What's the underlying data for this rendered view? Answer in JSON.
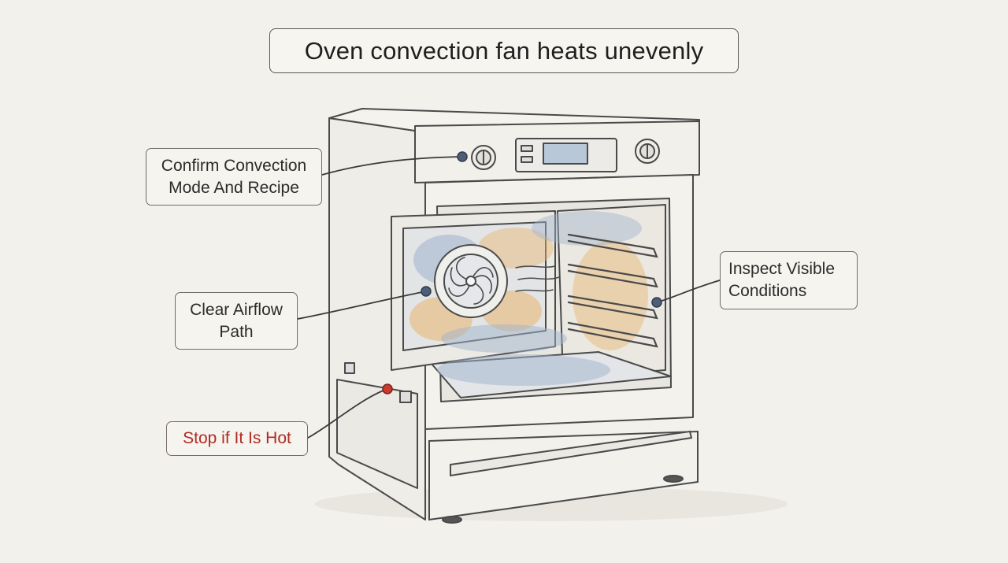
{
  "title": "Oven convection fan heats unevenly",
  "callouts": {
    "confirm": {
      "line1": "Confirm Convection",
      "line2": "Mode And Recipe"
    },
    "clear": {
      "line1": "Clear Airflow",
      "line2": "Path"
    },
    "inspect": {
      "line1": "Inspect Visible",
      "line2": "Conditions"
    },
    "stop": {
      "text": "Stop if It Is Hot"
    }
  },
  "colors": {
    "background": "#f3f1ec",
    "ink": "#4a4a4a",
    "cool_zone": "#9fb3cc",
    "hot_zone": "#e9b56e",
    "marker": "#4d5e7a",
    "warning": "#b02a22"
  }
}
